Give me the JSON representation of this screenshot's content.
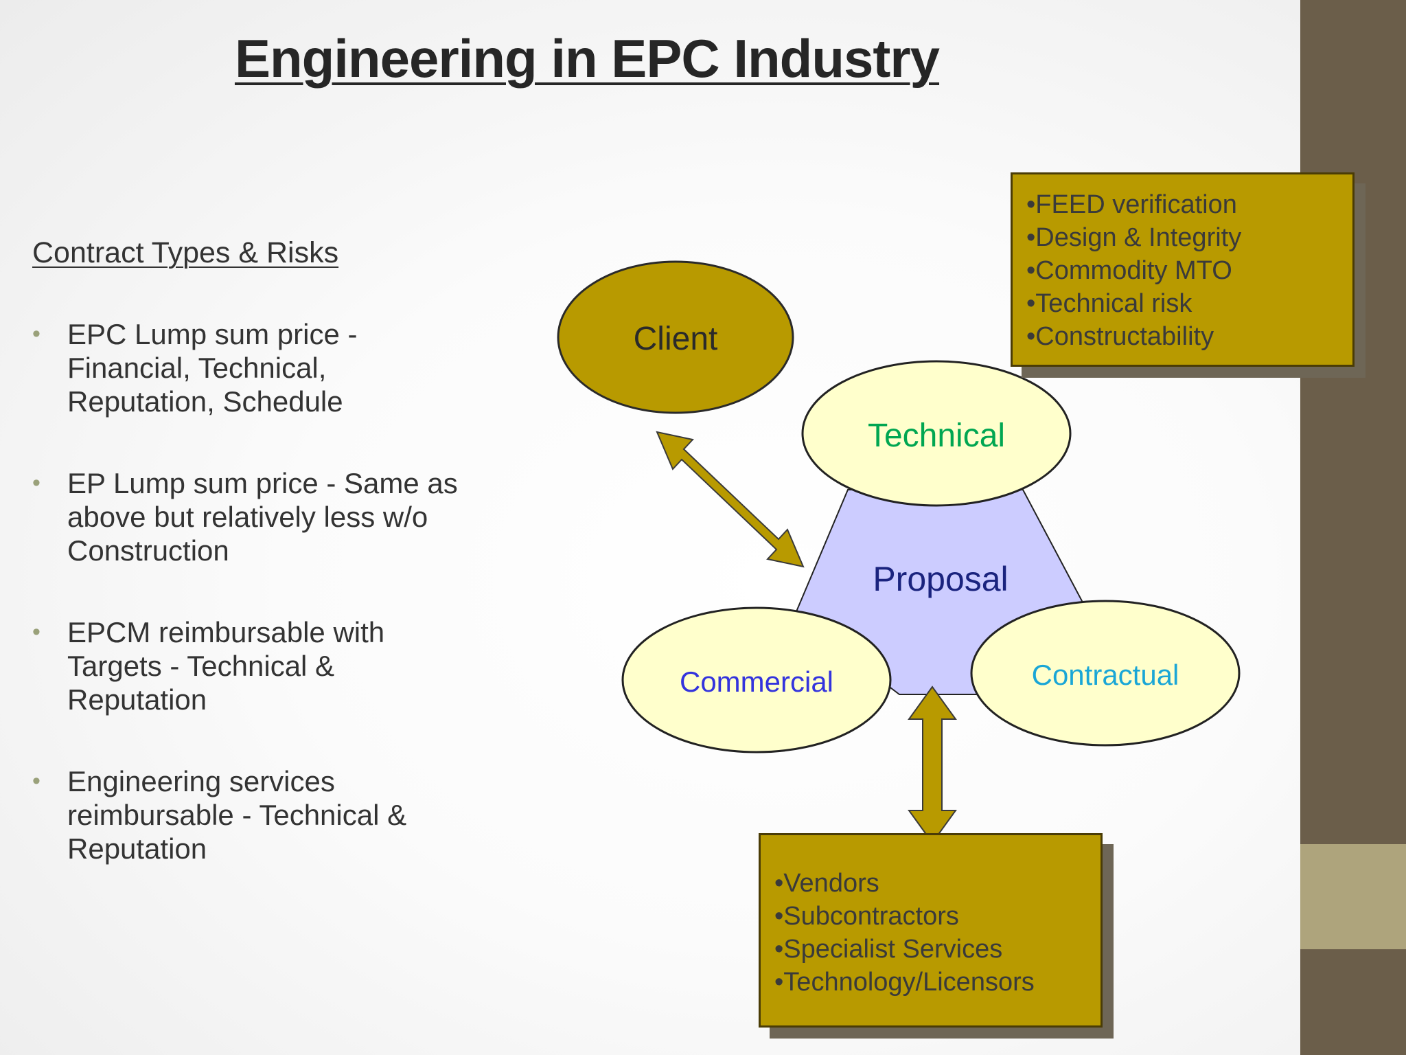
{
  "title": "Engineering in EPC Industry",
  "left_panel": {
    "heading": "Contract Types & Risks",
    "bullets": [
      {
        "lines": [
          "EPC Lump sum price -",
          "Financial, Technical,",
          "Reputation, Schedule"
        ]
      },
      {
        "lines": [
          "EP Lump sum price - Same as",
          "above but relatively less w/o",
          "Construction"
        ]
      },
      {
        "lines": [
          "EPCM reimbursable with",
          "Targets - Technical &",
          "Reputation"
        ]
      },
      {
        "lines": [
          "Engineering services",
          "reimbursable - Technical &",
          "Reputation"
        ]
      }
    ],
    "bullet_glyph": "•"
  },
  "diagram": {
    "client": "Client",
    "proposal": "Proposal",
    "technical": "Technical",
    "commercial": "Commercial",
    "contractual": "Contractual",
    "top_box": [
      "•FEED verification",
      "•Design & Integrity",
      "•Commodity MTO",
      "•Technical risk",
      "•Constructability"
    ],
    "bottom_box": [
      "•Vendors",
      "•Subcontractors",
      "•Specialist Services",
      "•Technology/Licensors"
    ]
  },
  "colors": {
    "gold": "#b89a00",
    "cream": "#ffffcc",
    "lavender": "#ccccff",
    "technical_text": "#00a651",
    "proposal_text": "#1a237e",
    "commercial_text": "#3333dd",
    "contractual_text": "#1aa6d6",
    "side_bar": "#6b5e4a",
    "side_accent": "#aea47c"
  }
}
